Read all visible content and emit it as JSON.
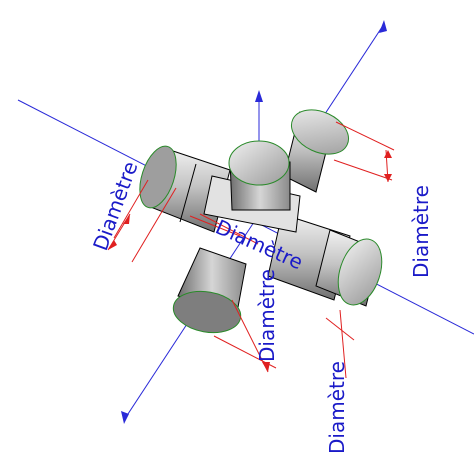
{
  "colors": {
    "axis": "#2a2ad8",
    "dimension_lines": "#e02020",
    "label_text": "#1a1ac8",
    "outline": "#000000",
    "face_edge": "#2a8a2a",
    "pipe_light": "#e8e8e8",
    "pipe_mid": "#b8b8b8",
    "pipe_dark": "#6e6e6e"
  },
  "icons": {
    "axis_arrow": "arrow-head-icon",
    "dimension_arrow": "arrow-head-icon"
  },
  "labels": {
    "left": "Diamètre",
    "center": "Diamètre",
    "front_left": "Diamètre",
    "right": "Diamètre",
    "bottom_right": "Diamètre"
  }
}
